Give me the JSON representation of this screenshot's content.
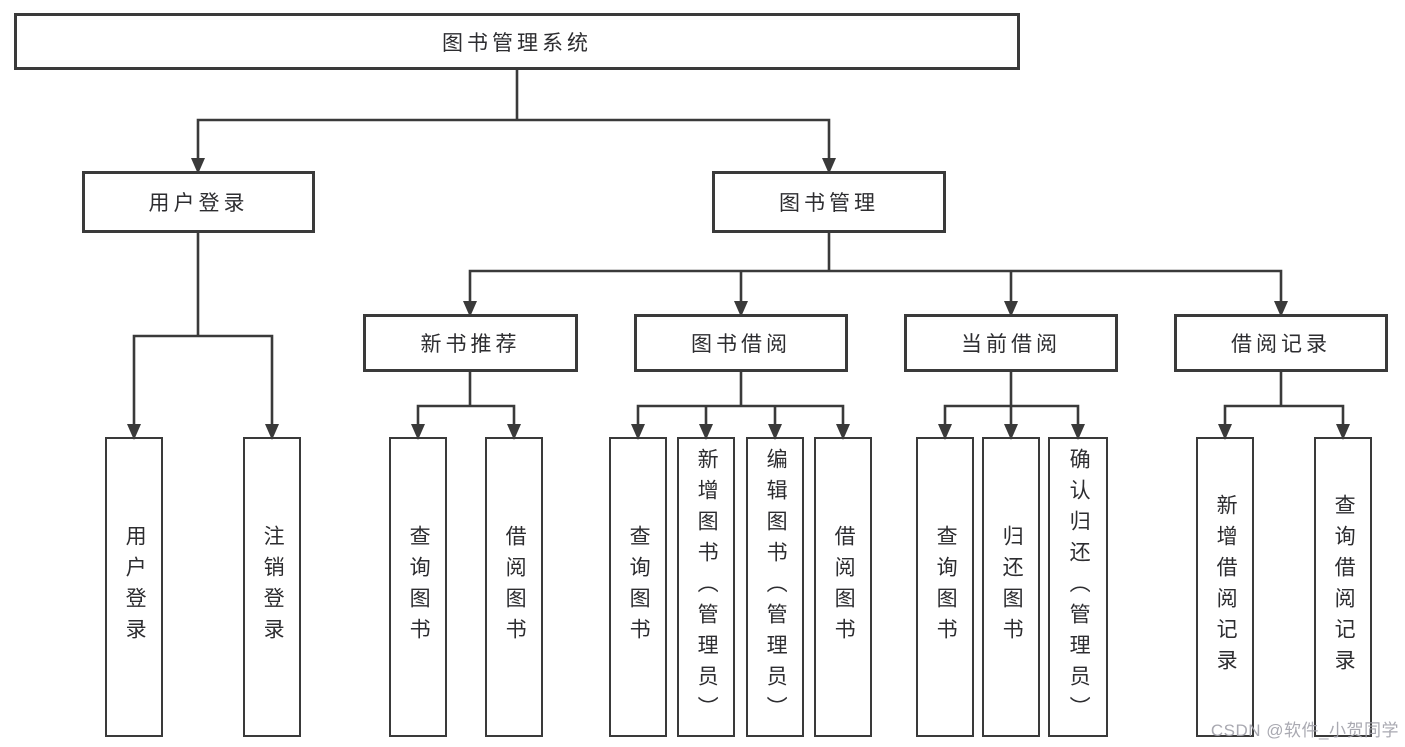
{
  "colors": {
    "line": "#3a3a3a",
    "box_border": "#3a3a3a",
    "text": "#2d2d30",
    "watermark_text": "#a2a2aa",
    "background": "#ffffff"
  },
  "watermark": {
    "text": "CSDN @软件_小贺同学"
  },
  "tree": {
    "root": {
      "label": "图书管理系统"
    },
    "branches": [
      {
        "label": "用户登录",
        "children": [
          {
            "label": "用户登录"
          },
          {
            "label": "注销登录"
          }
        ]
      },
      {
        "label": "图书管理",
        "children": [
          {
            "label": "新书推荐",
            "children": [
              {
                "label": "查询图书"
              },
              {
                "label": "借阅图书"
              }
            ]
          },
          {
            "label": "图书借阅",
            "children": [
              {
                "label": "查询图书"
              },
              {
                "label": "新增图书（管理员）"
              },
              {
                "label": "编辑图书（管理员）"
              },
              {
                "label": "借阅图书"
              }
            ]
          },
          {
            "label": "当前借阅",
            "children": [
              {
                "label": "查询图书"
              },
              {
                "label": "归还图书"
              },
              {
                "label": "确认归还（管理员）"
              }
            ]
          },
          {
            "label": "借阅记录",
            "children": [
              {
                "label": "新增借阅记录"
              },
              {
                "label": "查询借阅记录"
              }
            ]
          }
        ]
      }
    ]
  }
}
